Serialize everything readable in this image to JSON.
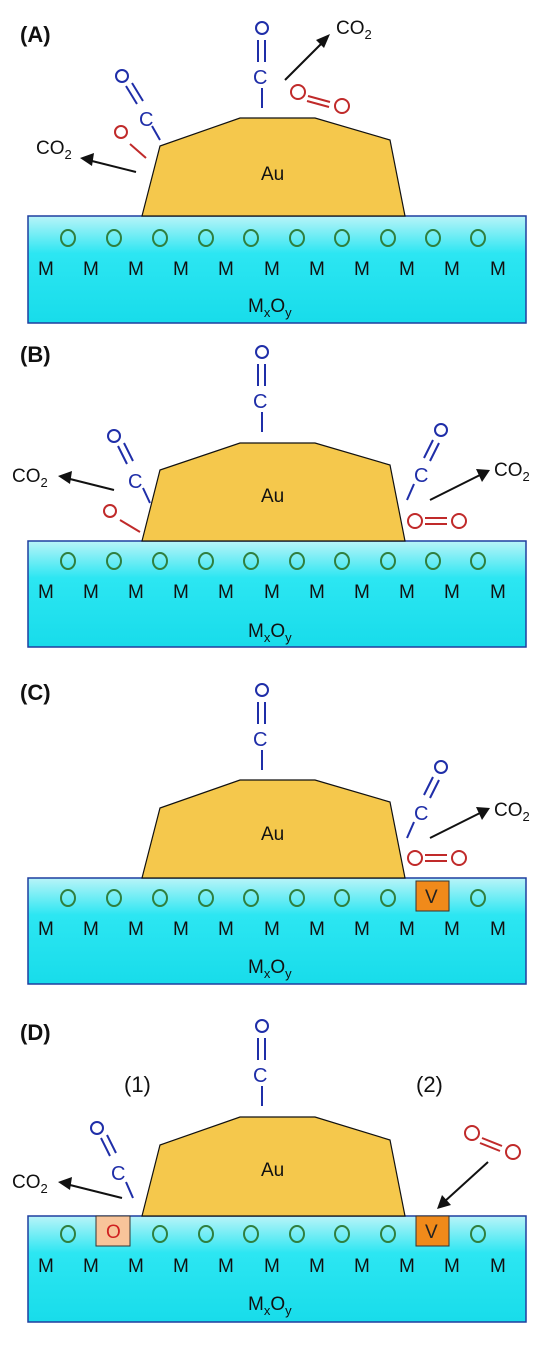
{
  "panels": [
    {
      "label": "(A)"
    },
    {
      "label": "(B)"
    },
    {
      "label": "(C)"
    },
    {
      "label": "(D)"
    }
  ],
  "labels": {
    "au": "Au",
    "metal": "M",
    "co2": "CO",
    "co2_sub": "2",
    "oxide_m": "M",
    "oxide_x": "x",
    "oxide_o": "O",
    "oxide_y": "y",
    "oxygen": "O",
    "carbon": "C",
    "vacancy": "V",
    "oxygen_box": "O",
    "site_1": "(1)",
    "site_2": "(2)"
  },
  "colors": {
    "support_top": "#b9f4f8",
    "support_mid": "#1fe3f0",
    "support_stroke": "#1f3f9f",
    "gold": "#f5c84c",
    "gold_stroke": "#111111",
    "co_blue": "#1f2ea8",
    "o_red": "#c02a2a",
    "o_green": "#2f7f3f",
    "vacancy_fill": "#f08a1a",
    "oxygen_box_fill": "#f8c49a"
  }
}
